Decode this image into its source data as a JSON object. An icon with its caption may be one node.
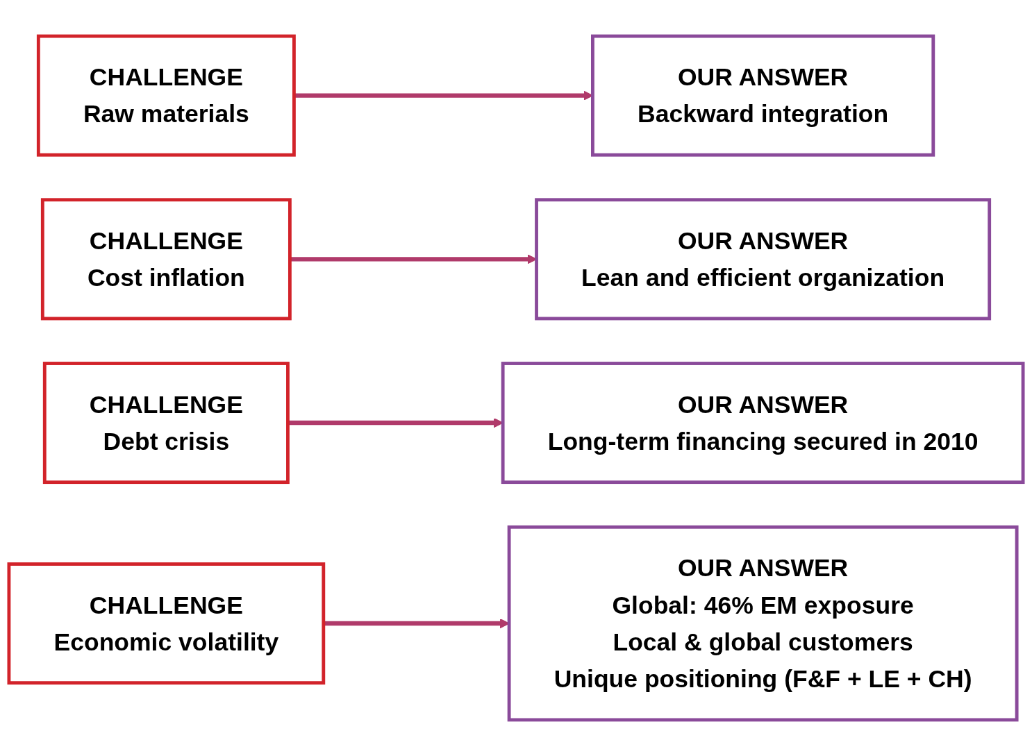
{
  "diagram": {
    "nodes": [
      {
        "text": [
          "CHALLENGE",
          "Raw materials"
        ]
      },
      {
        "text": [
          "OUR ANSWER",
          "Backward integration"
        ]
      },
      {
        "text": [
          "CHALLENGE",
          "Cost inflation"
        ]
      },
      {
        "text": [
          "OUR ANSWER",
          "Lean and efficient organization"
        ]
      },
      {
        "text": [
          "CHALLENGE",
          "Debt crisis"
        ]
      },
      {
        "text": [
          "OUR ANSWER",
          "Long-term financing secured in 2010"
        ]
      },
      {
        "text": [
          "CHALLENGE",
          "Economic volatility"
        ]
      },
      {
        "text": [
          "OUR ANSWER",
          "Global: 46% EM exposure",
          "Local & global customers",
          "Unique positioning (F&F + LE + CH)"
        ]
      }
    ],
    "edges": [
      {
        "from": 0,
        "to": 1,
        "arrow": "to"
      },
      {
        "from": 2,
        "to": 3,
        "arrow": "to"
      },
      {
        "from": 4,
        "to": 5,
        "arrow": "to"
      },
      {
        "from": 6,
        "to": 7,
        "arrow": "to"
      }
    ]
  }
}
